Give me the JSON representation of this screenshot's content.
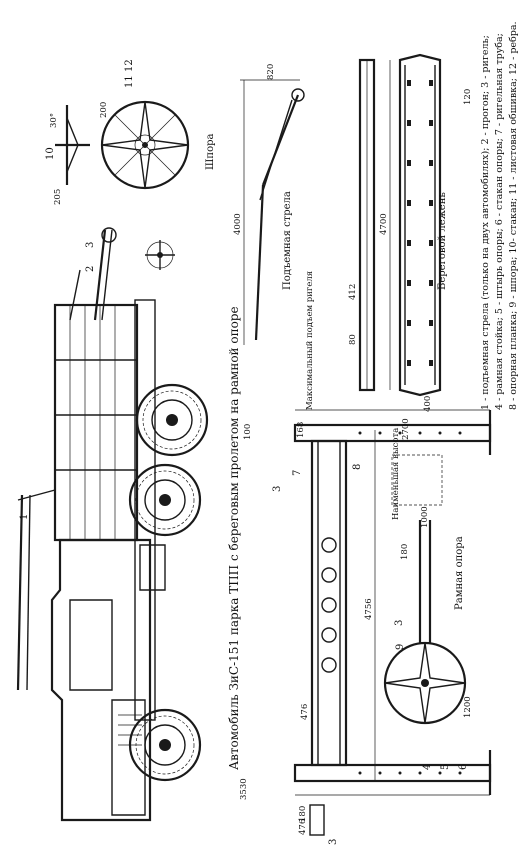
{
  "title": "Автомобиль ЗиС-151 парка ТПП с береговым пролетом на рамной опоре",
  "views": {
    "crane_boom": "Подъемная стрела",
    "spur": "Шпора",
    "bank_beam": "Береговой лежень",
    "frame_support": "Рамная опора"
  },
  "annotations": {
    "max_lift": "Максимальный подъем ригеля",
    "min_height": "Наименьшая высота"
  },
  "dimensions": {
    "spur_w": "205",
    "spur_ang": "30°",
    "spur_r": "200",
    "boom_len": "4000",
    "boom_top": "820",
    "beam_len": "4700",
    "beam_412": "412",
    "beam_80": "80",
    "beam_w": "400",
    "beam_120": "120",
    "frame_h": "4756",
    "frame_w": "2700",
    "frame_168": "168",
    "frame_100": "100",
    "frame_476a": "476",
    "frame_476b": "476",
    "frame_180a": "180",
    "frame_180b": "180",
    "frame_1000": "1000",
    "frame_1200": "1200",
    "frame_3530": "3530"
  },
  "callouts": {
    "c1": "1",
    "c2": "2",
    "c3": "3",
    "c3b": "3",
    "c3c": "3",
    "c3d": "3",
    "c4": "4",
    "c5": "5",
    "c6": "6",
    "c7": "7",
    "c8": "8",
    "c9": "9",
    "c10": "10",
    "c11": "11",
    "c12": "12"
  },
  "legend": {
    "line1": "1 - подъемная стрела (только на двух автомобилях); 2 - прогон; 3 - ригель;",
    "line2": "4 - рамная стойка; 5 - штырь опоры; 6 - стакан опоры; 7 - ригельная труба;",
    "line3": "8 - опорная планка; 9 - шпора; 10- стакан; 11 - листовая обшивка; 12 - ребра."
  }
}
